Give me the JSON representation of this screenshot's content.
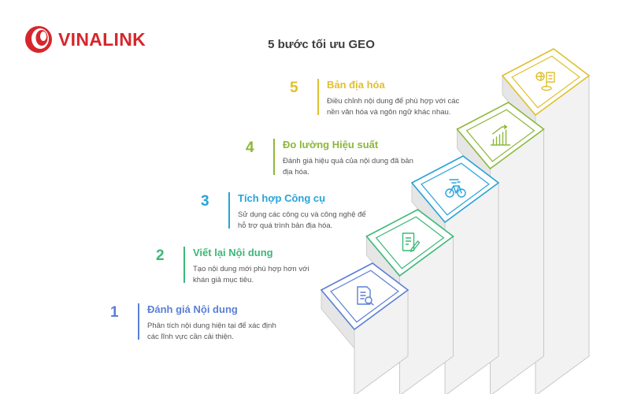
{
  "brand": {
    "name": "VINALINK",
    "color": "#d7262b"
  },
  "title": "5 bước tối ưu GEO",
  "steps": [
    {
      "num": "1",
      "heading": "Đánh giá Nội dung",
      "description": "Phân tích nội dung hiện tại để xác định các lĩnh vực cần cải thiện.",
      "color": "#5b7fd6",
      "icon": "document-search-icon"
    },
    {
      "num": "2",
      "heading": "Viết lại Nội dung",
      "description": "Tạo nội dung mới phù hợp hơn với khán giả mục tiêu.",
      "color": "#3cb878",
      "icon": "document-edit-icon"
    },
    {
      "num": "3",
      "heading": "Tích hợp Công cụ",
      "description": "Sử dụng các công cụ và công nghệ để hỗ trợ quá trình bản địa hóa.",
      "color": "#27a3d9",
      "icon": "bicycle-icon"
    },
    {
      "num": "4",
      "heading": "Đo lường Hiệu suất",
      "description": "Đánh giá hiệu quả của nội dung đã bản địa hóa.",
      "color": "#8cb83a",
      "icon": "growth-chart-icon"
    },
    {
      "num": "5",
      "heading": "Bản địa hóa",
      "description": "Điều chỉnh nội dung để phù hợp với các nền văn hóa và ngôn ngữ khác nhau.",
      "color": "#e0c02e",
      "icon": "globe-flag-icon"
    }
  ]
}
